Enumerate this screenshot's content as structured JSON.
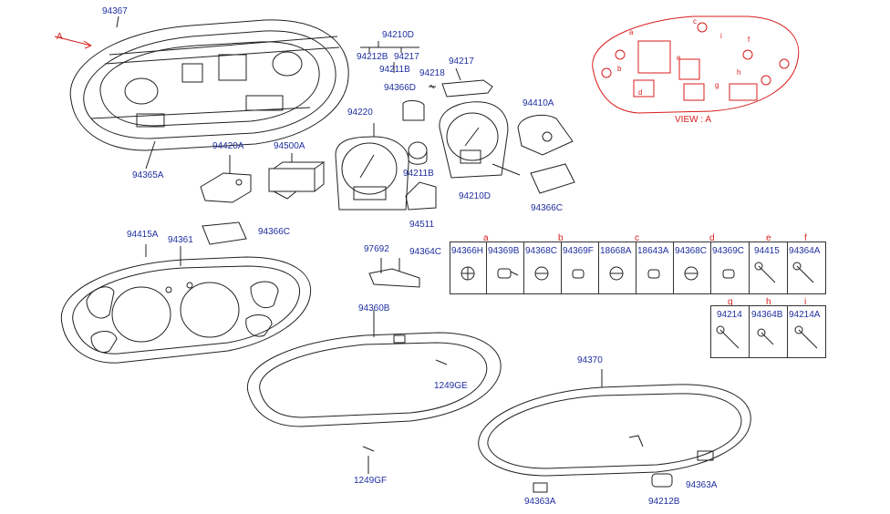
{
  "parts": {
    "p94367": "94367",
    "arrow_a": "A",
    "p94365A": "94365A",
    "p94420A": "94420A",
    "p94500A": "94500A",
    "p94210D_top": "94210D",
    "p94212B_top": "94212B",
    "p94217_a": "94217",
    "p94211B_top": "94211B",
    "p94218": "94218",
    "p94217_b": "94217",
    "p94366D": "94366D",
    "p94220": "94220",
    "p94211B_mid": "94211B",
    "p94210D_mid": "94210D",
    "p94410A": "94410A",
    "p94366C_right": "94366C",
    "p94511": "94511",
    "p94366C_left": "94366C",
    "p94415A": "94415A",
    "p94361": "94361",
    "p97692": "97692",
    "p94364C": "94364C",
    "p94360B": "94360B",
    "p1249GE": "1249GE",
    "p1249GF": "1249GF",
    "p94370": "94370",
    "p94363A_left": "94363A",
    "p94212B_bottom": "94212B",
    "p94363A_right": "94363A"
  },
  "view": {
    "label": "VIEW : A",
    "letters": [
      "a",
      "b",
      "c",
      "d",
      "e",
      "f",
      "g",
      "h",
      "i"
    ]
  },
  "table": {
    "row1_groups": [
      "a",
      "b",
      "c",
      "d",
      "e",
      "f"
    ],
    "row1_parts": [
      "94366H",
      "94369B",
      "94368C",
      "94369F",
      "18668A",
      "18643A",
      "94368C",
      "94369C",
      "94415",
      "94364A"
    ],
    "row2_groups": [
      "g",
      "h",
      "i"
    ],
    "row2_parts": [
      "94214",
      "94364B",
      "94214A"
    ]
  },
  "colors": {
    "label_blue": "#1f2fa0",
    "annotation_red": "#d81c1c",
    "line_dark": "#222222"
  }
}
